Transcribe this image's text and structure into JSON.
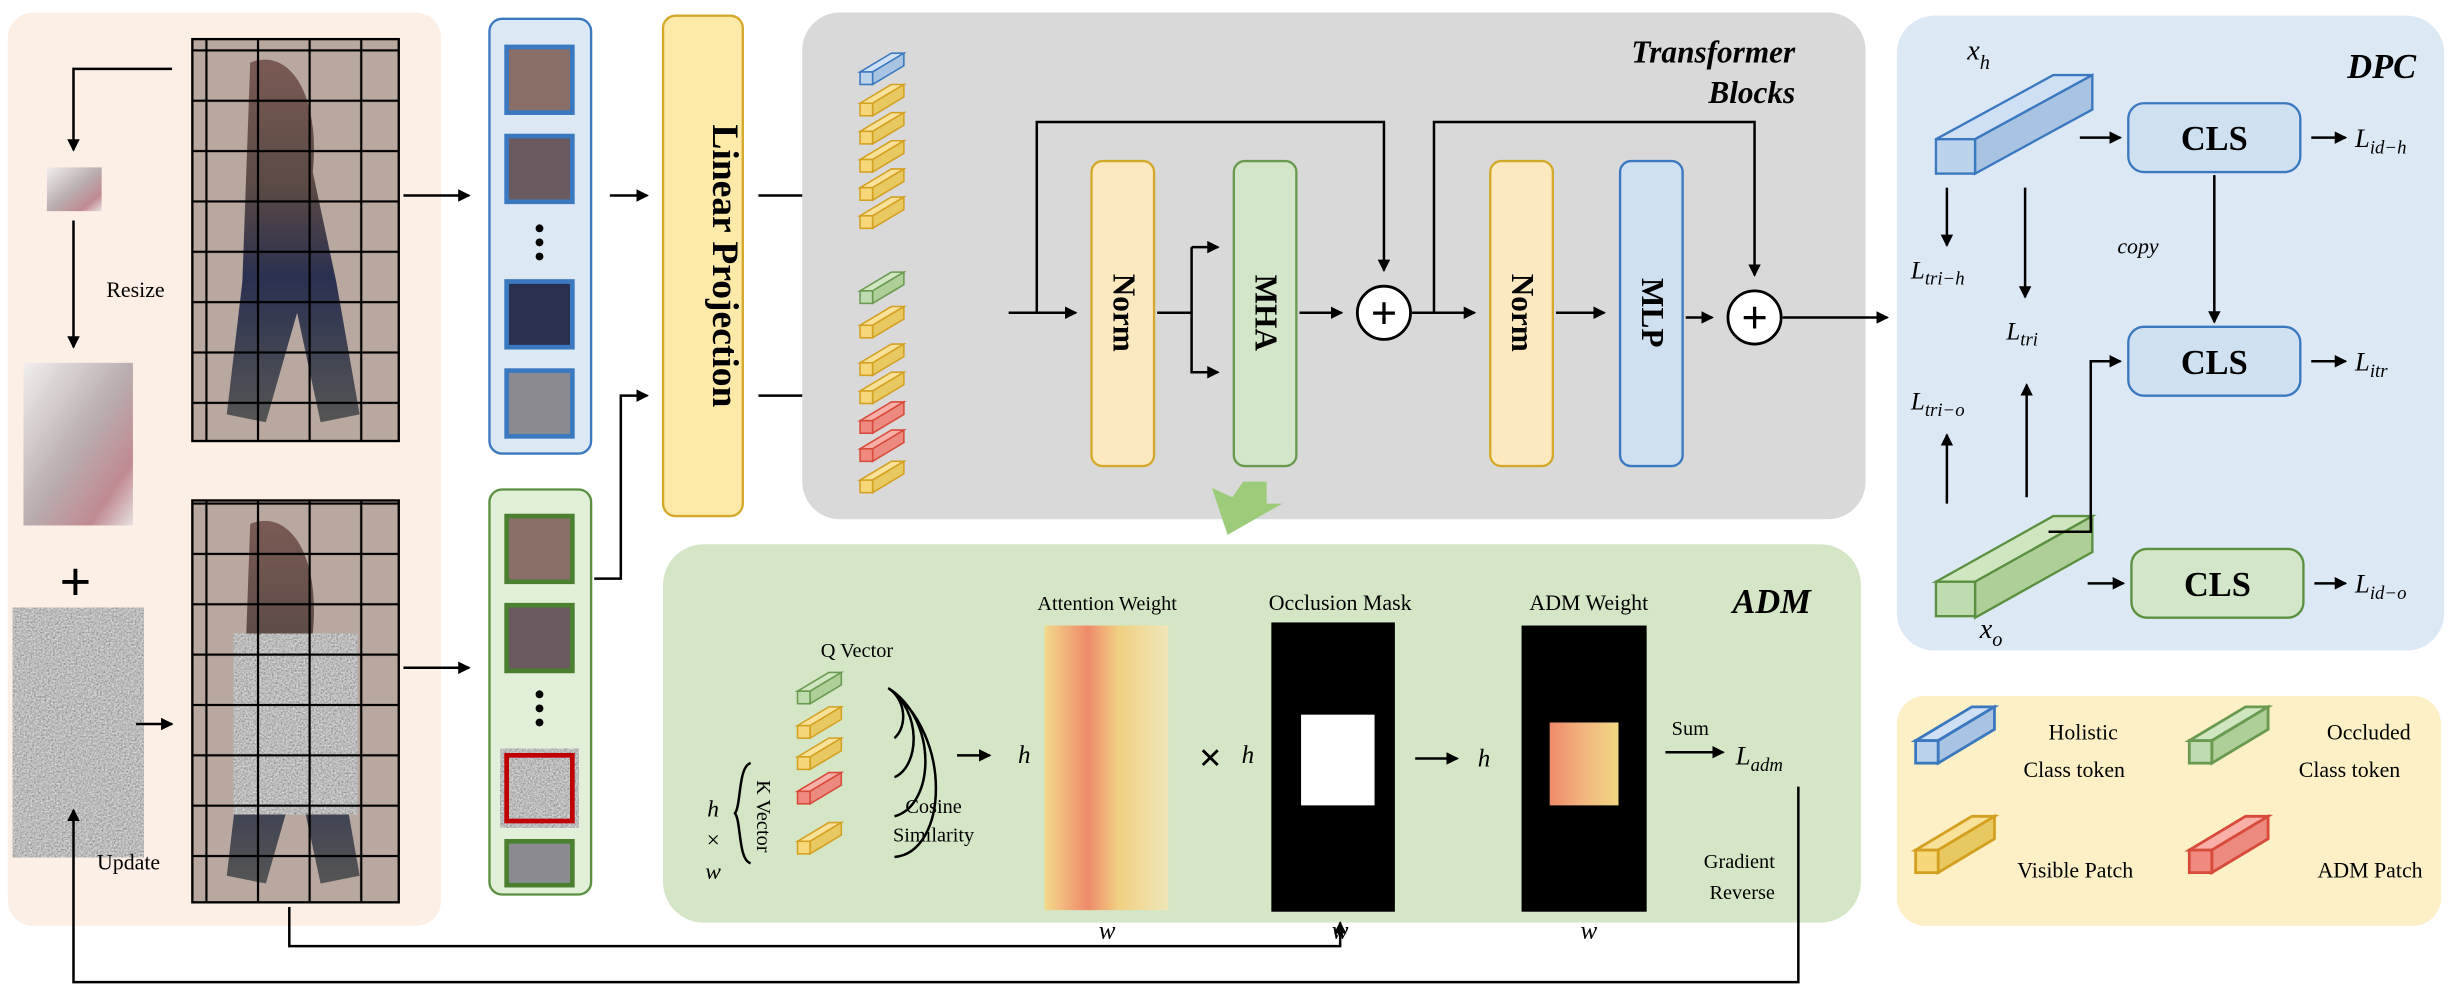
{
  "left": {
    "resize_label": "Resize",
    "plus_label": "+",
    "update_label": "Update"
  },
  "patch_lists": {
    "ellipsis": "•\n•\n•"
  },
  "linear_projection": {
    "label": "Linear Projection"
  },
  "transformer": {
    "title_line1": "Transformer",
    "title_line2": "Blocks",
    "norm1": "Norm",
    "mha": "MHA",
    "norm2": "Norm",
    "mlp": "MLP",
    "add_symbol": "+"
  },
  "dpc": {
    "title": "DPC",
    "xh": {
      "base": "x",
      "sub": "h"
    },
    "xo": {
      "base": "x",
      "sub": "o"
    },
    "cls1": "CLS",
    "cls2": "CLS",
    "cls3": "CLS",
    "copy": "copy",
    "l_id_h": {
      "base": "L",
      "sub": "id−h"
    },
    "l_itr": {
      "base": "L",
      "sub": "itr"
    },
    "l_id_o": {
      "base": "L",
      "sub": "id−o"
    },
    "l_tri_h": {
      "base": "L",
      "sub": "tri−h"
    },
    "l_tri": {
      "base": "L",
      "sub": "tri"
    },
    "l_tri_o": {
      "base": "L",
      "sub": "tri−o"
    }
  },
  "adm": {
    "title": "ADM",
    "q_vector": "Q Vector",
    "k_vector": "K Vector",
    "h": "h",
    "times": "×",
    "w": "w",
    "cosine": "Cosine",
    "similarity": "Similarity",
    "attention_weight": "Attention Weight",
    "occlusion_mask": "Occlusion Mask",
    "adm_weight": "ADM Weight",
    "multiply": "×",
    "sum": "Sum",
    "l_adm": {
      "base": "L",
      "sub": "adm"
    },
    "gradient": "Gradient",
    "reverse": "Reverse"
  },
  "legend": {
    "items": [
      {
        "label1": "Holistic",
        "label2": "Class token",
        "color": "#bcd3ec"
      },
      {
        "label1": "Occluded",
        "label2": "Class token",
        "color": "#bfdcb0"
      },
      {
        "label1": "Visible Patch",
        "label2": "",
        "color": "#f6d87a"
      },
      {
        "label1": "ADM Patch",
        "label2": "",
        "color": "#f08a80"
      }
    ]
  },
  "colors": {
    "left_panel": "#fcefe6",
    "blue_panel": "#dde8f5",
    "green_panel": "#d5e6c7",
    "gray_panel": "#d9d9d9",
    "legend_panel": "#fdf0c6",
    "yellow_box": "#fde9a8",
    "blue_box": "#cfe0f1",
    "green_box": "#d3e6c9"
  }
}
